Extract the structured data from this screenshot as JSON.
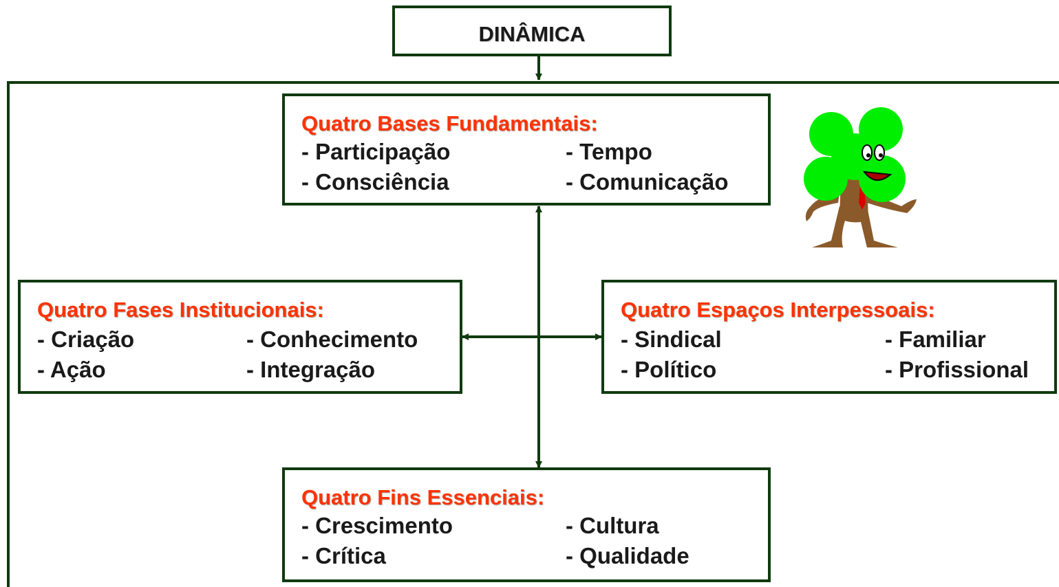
{
  "top": {
    "title": "DINÂMICA"
  },
  "bases": {
    "title": "Quatro Bases Fundamentais:",
    "items": [
      "- Participação",
      "- Tempo",
      "- Consciência",
      "- Comunicação"
    ]
  },
  "fases": {
    "title": "Quatro Fases Institucionais:",
    "items": [
      "- Criação",
      "- Conhecimento",
      "- Ação",
      "- Integração"
    ]
  },
  "espacos": {
    "title": "Quatro Espaços Interpessoais:",
    "items": [
      "- Sindical",
      "- Familiar",
      "- Político",
      "- Profissional"
    ]
  },
  "fins": {
    "title": "Quatro Fins Essenciais:",
    "items": [
      "- Crescimento",
      "- Cultura",
      "- Crítica",
      "- Qualidade"
    ]
  },
  "colors": {
    "border": "#0f3a0f",
    "title": "#ff3300",
    "text": "#1a1a1a",
    "clover": "#00ee00",
    "stem": "#8b5a2b"
  },
  "decoration": {
    "mascot": "four-leaf-clover-mascot"
  }
}
